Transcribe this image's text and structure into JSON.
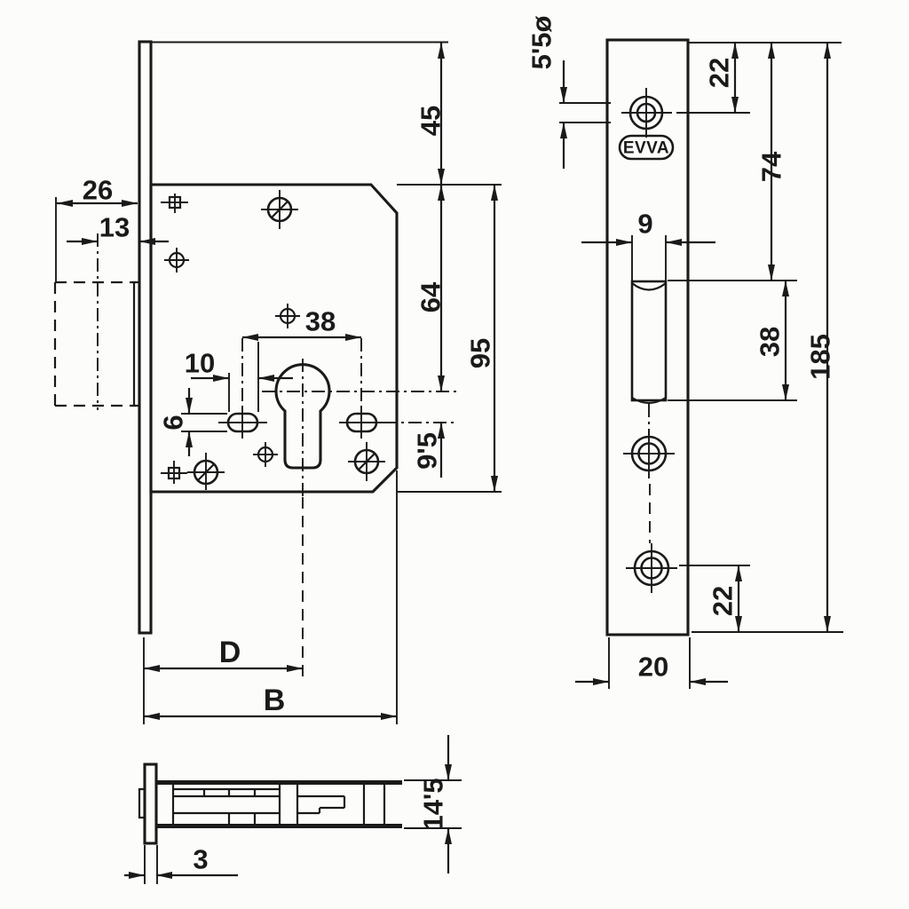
{
  "colors": {
    "background": "#fcfcfa",
    "ink": "#1a1a1a"
  },
  "brand": {
    "logo_text": "EVVA"
  },
  "views": {
    "lock_case_front": {
      "dims": {
        "bolt_throw": "26",
        "bolt_center_offset": "13",
        "faceplate_top_to_case": "45",
        "case_top_to_cylinder": "64",
        "case_height": "95",
        "fixing_slot_spacing": "38",
        "fixing_slot_length": "10",
        "fixing_slot_width": "6",
        "cylinder_to_slot_offset": "9'5",
        "backset": "D",
        "case_width": "B"
      }
    },
    "faceplate_front": {
      "dims": {
        "hole_diameter": "5'5ø",
        "top_edge_to_hole": "22",
        "top_edge_to_slot": "74",
        "slot_width": "9",
        "slot_height": "38",
        "faceplate_length": "185",
        "bottom_hole_to_edge": "22",
        "faceplate_width": "20"
      }
    },
    "side_section": {
      "dims": {
        "faceplate_thickness": "3",
        "case_thickness": "14'5"
      }
    }
  }
}
